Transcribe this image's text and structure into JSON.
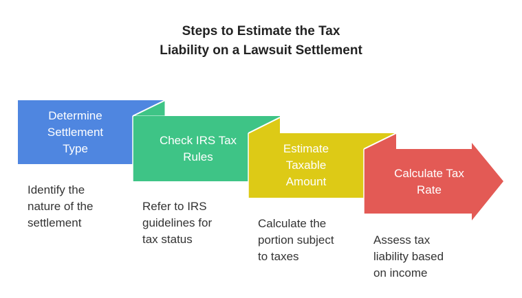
{
  "title": {
    "line1": "Steps to Estimate the Tax",
    "line2": "Liability on a Lawsuit Settlement"
  },
  "steps": [
    {
      "label": [
        "Determine",
        "Settlement",
        "Type"
      ],
      "description": [
        "Identify the",
        "nature of the",
        "settlement"
      ],
      "color": "#4F86E0"
    },
    {
      "label": [
        "Check IRS Tax",
        "Rules"
      ],
      "description": [
        "Refer to IRS",
        "guidelines for",
        "tax status"
      ],
      "color": "#3EC486"
    },
    {
      "label": [
        "Estimate",
        "Taxable",
        "Amount"
      ],
      "description": [
        "Calculate the",
        "portion subject",
        "to taxes"
      ],
      "color": "#DDCA16"
    },
    {
      "label": [
        "Calculate Tax",
        "Rate"
      ],
      "description": [
        "Assess tax",
        "liability based",
        "on income"
      ],
      "color": "#E35A55"
    }
  ]
}
